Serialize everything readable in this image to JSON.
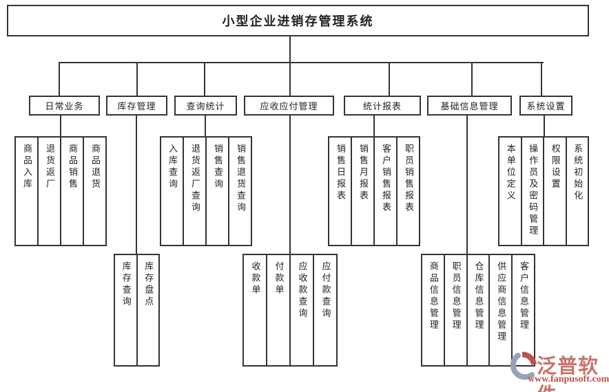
{
  "diagram": {
    "title": "小型企业进销存管理系统",
    "branches": [
      {
        "label": "日常业务",
        "children": [
          "商品入库",
          "退货返厂",
          "商品销售",
          "商品退货"
        ]
      },
      {
        "label": "库存管理",
        "children": [
          "库存查询",
          "库存盘点"
        ]
      },
      {
        "label": "查询统计",
        "children": [
          "入库查询",
          "退货返厂查询",
          "销售查询",
          "销售退货查询"
        ]
      },
      {
        "label": "应收应付管理",
        "children": [
          "收款单",
          "付款单",
          "应收款查询",
          "应付款查询"
        ]
      },
      {
        "label": "统计报表",
        "children": [
          "销售日报表",
          "销售月报表",
          "客户销售报表",
          "职员销售报表"
        ]
      },
      {
        "label": "基础信息管理",
        "children": [
          "商品信息管理",
          "职员信息管理",
          "仓库信息管理",
          "供应商信息管理",
          "客户信息管理"
        ]
      },
      {
        "label": "系统设置",
        "children": [
          "本单位定义",
          "操作员及密码管理",
          "权限设置",
          "系统初始化"
        ]
      }
    ]
  },
  "watermark": {
    "brand": "泛普软件",
    "url": "www.fanpusoft.com"
  },
  "colors": {
    "line": "#333333",
    "background": "#ffffff",
    "watermark_brand": "#c9736c",
    "watermark_url": "#c0504d",
    "logo_blue": "#97a2b8",
    "logo_red": "#c0504d"
  }
}
